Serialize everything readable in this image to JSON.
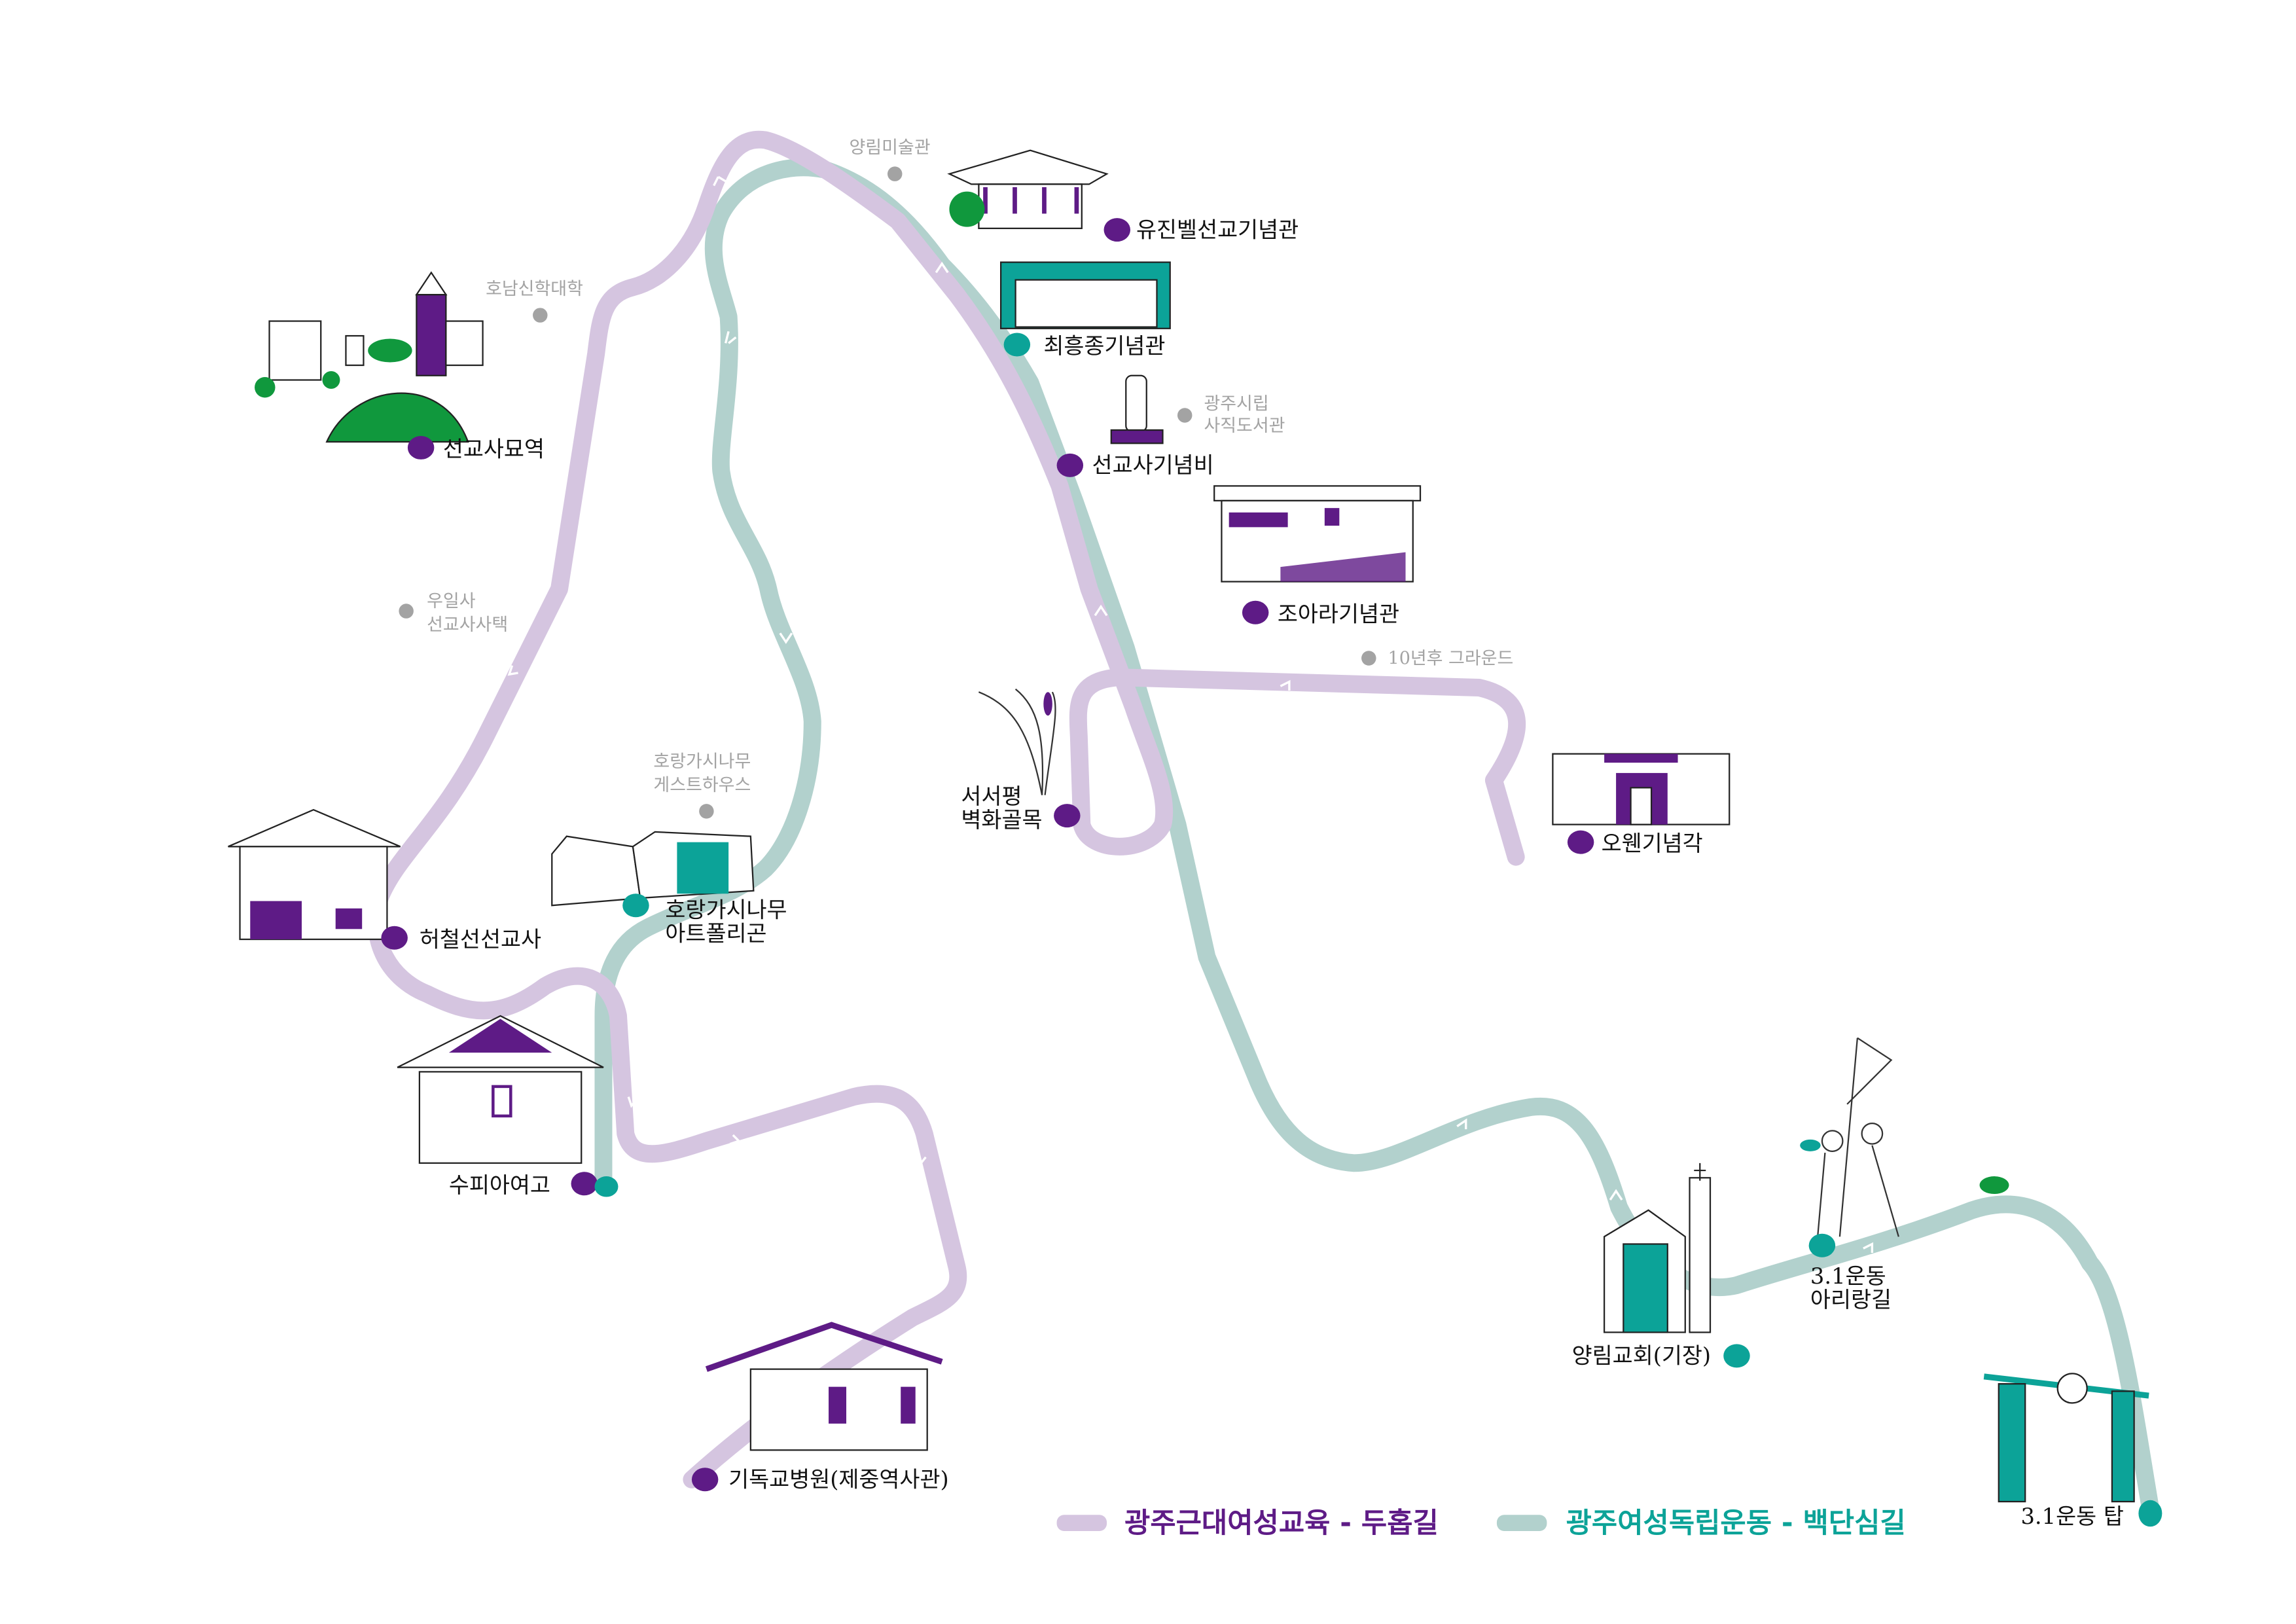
{
  "colors": {
    "purple_route": "#d5c5e0",
    "teal_route": "#b2d1cd",
    "purple": "#5e1b86",
    "teal": "#0ca398",
    "gray": "#a3a3a3",
    "green": "#10983d"
  },
  "legend": {
    "purple_route": "광주근대여성교육 - 두홉길",
    "teal_route": "광주여성독립운동 - 백단심길"
  },
  "stops": {
    "eugene_bell": "유진벨선교기념관",
    "choi_heungjong": "최흥종기념관",
    "missionary_monument": "선교사기념비",
    "cho_ara": "조아라기념관",
    "missionary_cemetery": "선교사묘역",
    "seoseopyeong": [
      "서서평",
      "벽화골목"
    ],
    "owen": "오웬기념각",
    "hurston": "허철선선교사",
    "horanggasi_art": [
      "호랑가시나무",
      "아트폴리곤"
    ],
    "speer": "수피아여고",
    "christian_hospital": "기독교병원(제중역사관)",
    "yangnim_church": "양림교회(기장)",
    "arirang": [
      "3.1운동",
      "아리랑길"
    ],
    "tower": "3.1운동 탑"
  },
  "pois": {
    "yangnim_museum": "양림미술관",
    "honam_seminary": "호남신학대학",
    "sajik_library": [
      "광주시립",
      "사직도서관"
    ],
    "wooilsa": [
      "우일사",
      "선교사사택"
    ],
    "ten_years": "10년후 그라운드",
    "guesthouse": [
      "호랑가시나무",
      "게스트하우스"
    ]
  }
}
